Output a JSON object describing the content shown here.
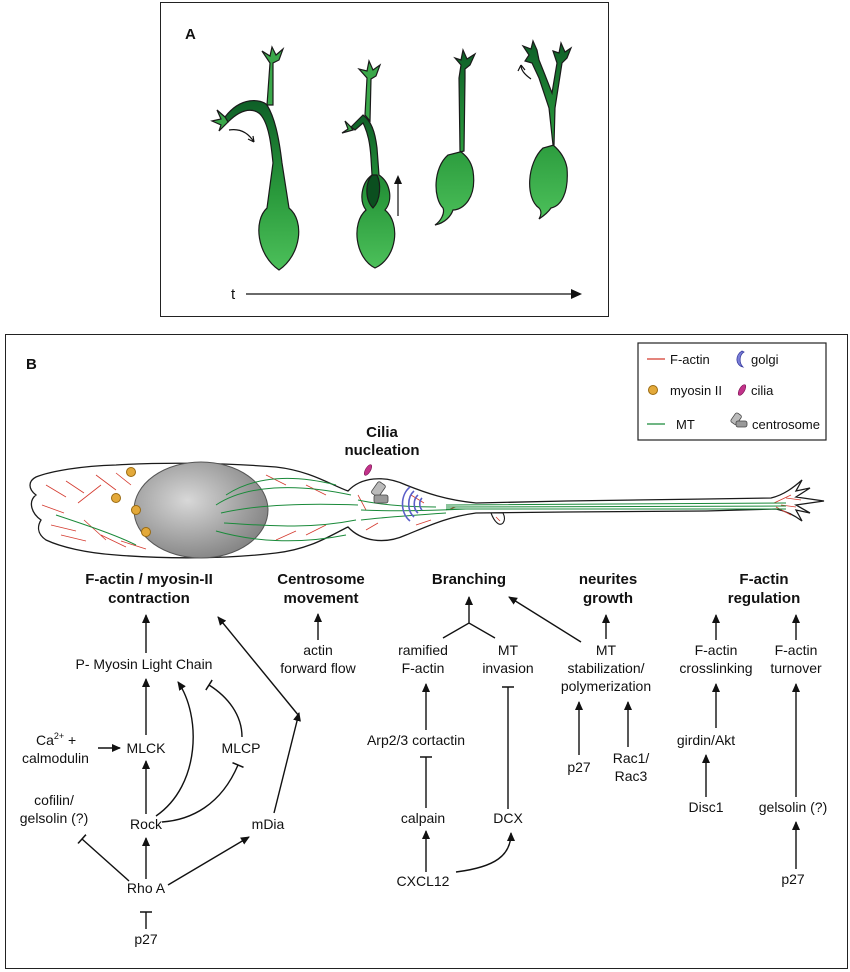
{
  "panel_a": {
    "label": "A",
    "time_label": "t"
  },
  "panel_b": {
    "label": "B",
    "legend": {
      "factin": "F-actin",
      "golgi": "golgi",
      "myosin": "myosin II",
      "cilia": "cilia",
      "mt": "MT",
      "centrosome": "centrosome"
    },
    "cilia_title": [
      "Cilia",
      "nucleation"
    ],
    "headings": {
      "contraction": [
        "F-actin / myosin-II",
        "contraction"
      ],
      "centrosome": [
        "Centrosome",
        "movement"
      ],
      "branching": [
        "Branching"
      ],
      "neurites": [
        "neurites",
        "growth"
      ],
      "regulation": [
        "F-actin",
        "regulation"
      ]
    },
    "nodes": {
      "pmlc": "P- Myosin Light Chain",
      "ca": "Ca",
      "ca_sup": "2+",
      "ca_plus": " +",
      "calmodulin": "calmodulin",
      "mlck": "MLCK",
      "mlcp": "MLCP",
      "cofilin": [
        "cofilin/",
        "gelsolin (?)"
      ],
      "rock": "Rock",
      "rhoa": "Rho A",
      "p27_left": "p27",
      "mdia": "mDia",
      "actin_flow": [
        "actin",
        "forward flow"
      ],
      "ramified": [
        "ramified",
        "F-actin"
      ],
      "mt_invasion": [
        "MT",
        "invasion"
      ],
      "arp": "Arp2/3 cortactin",
      "calpain": "calpain",
      "dcx": "DCX",
      "cxcl12": "CXCL12",
      "mt_stab": [
        "MT",
        "stabilization/",
        "polymerization"
      ],
      "p27_mid": "p27",
      "rac": [
        "Rac1/",
        "Rac3"
      ],
      "fact_cross": [
        "F-actin",
        "crosslinking"
      ],
      "girdin": "girdin/Akt",
      "disc1": "Disc1",
      "fact_turn": [
        "F-actin",
        "turnover"
      ],
      "gelsolin": "gelsolin (?)",
      "p27_right": "p27"
    }
  },
  "colors": {
    "factin": "#d43a2f",
    "mt": "#1a8a3a",
    "neuron_green": "#2e9e3e",
    "neuron_dark": "#0d5a24",
    "myosin": "#e3a93a",
    "cilia": "#c2328a",
    "golgi": "#6b6fd0",
    "nucleus": "#9a9a9a"
  }
}
